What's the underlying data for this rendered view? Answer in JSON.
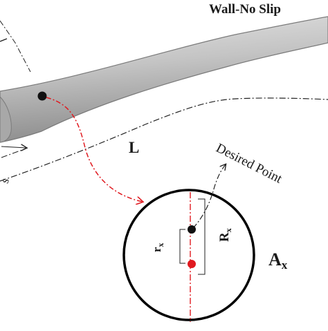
{
  "labels": {
    "wall": "Wall-No Slip",
    "length": "L",
    "desired_point": "Desired Point",
    "section": "A",
    "section_sub": "x",
    "radius": "R",
    "radius_sub": "x",
    "offset": "r",
    "offset_sub": "x",
    "edge_fragment": "s"
  },
  "colors": {
    "pipe_fill": "#bdbdbd",
    "pipe_edge": "#7a7a7a",
    "guide_line": "#222222",
    "highlight_red": "#e0191f",
    "point_black": "#111111"
  }
}
